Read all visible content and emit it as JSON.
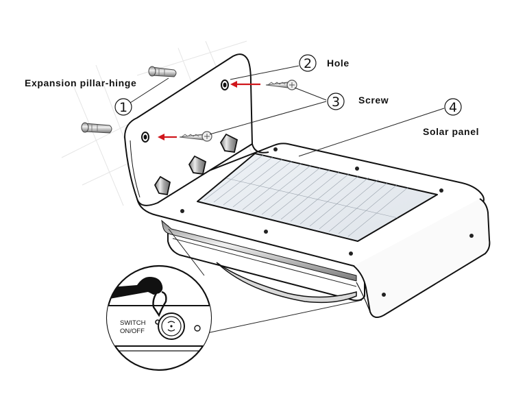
{
  "labels": {
    "expansion": "Expansion pillar-hinge",
    "hole": "Hole",
    "screw": "Screw",
    "solar": "Solar panel"
  },
  "callouts": {
    "c1": "1",
    "c2": "2",
    "c3": "3",
    "c4": "4"
  },
  "switch": {
    "line1": "SWITCH",
    "line2": "ON/OFF"
  },
  "colors": {
    "arrow": "#d0161b",
    "ink": "#111111"
  }
}
